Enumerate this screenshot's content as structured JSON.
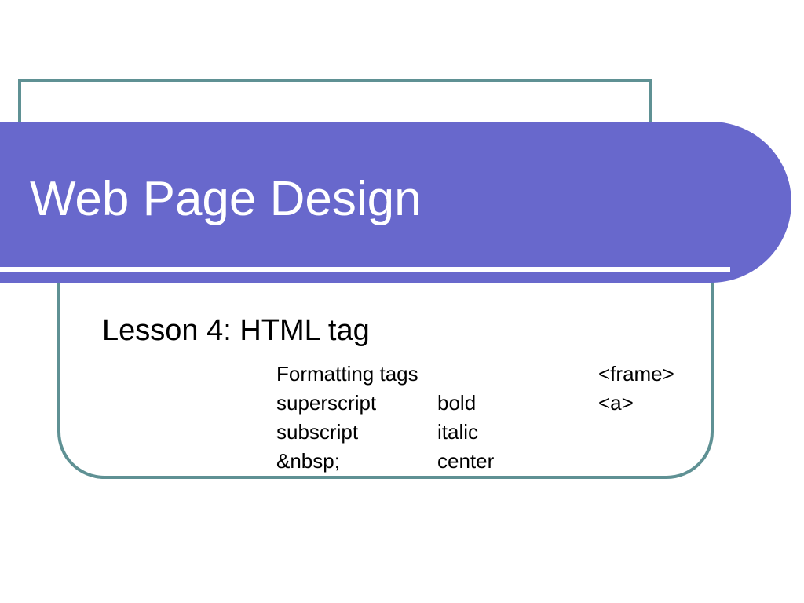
{
  "slide": {
    "title": "Web Page Design",
    "subtitle": "Lesson 4: HTML tag",
    "rows": [
      [
        "Formatting tags",
        "",
        "<frame>"
      ],
      [
        "superscript",
        "bold",
        "<a>"
      ],
      [
        "subscript",
        "italic",
        ""
      ],
      [
        "&nbsp;",
        "center",
        ""
      ]
    ]
  },
  "colors": {
    "title_band": "#6868cc",
    "frame_border": "#5f9194",
    "title_text": "#ffffff",
    "body_text": "#000000"
  }
}
